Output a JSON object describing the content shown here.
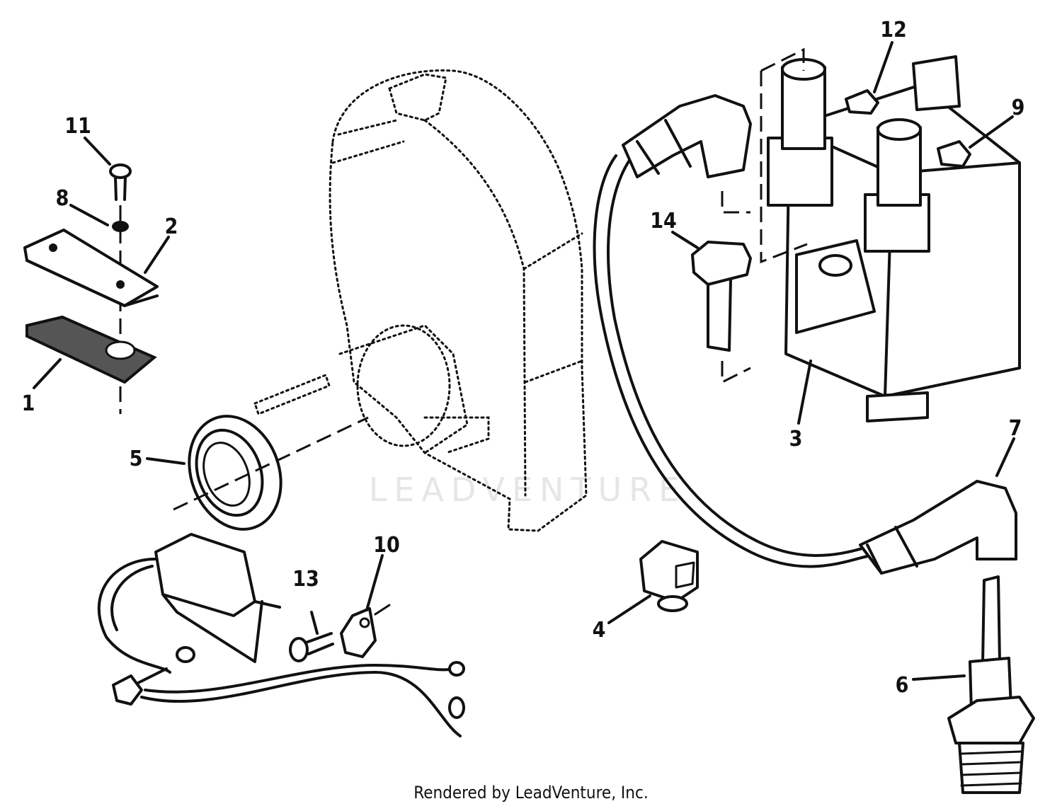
{
  "watermark": "LEADVENTURE",
  "footer": "Rendered by LeadVenture, Inc.",
  "callouts": {
    "c1": "1",
    "c2": "2",
    "c3": "3",
    "c4": "4",
    "c5": "5",
    "c6": "6",
    "c7": "7",
    "c8": "8",
    "c9": "9",
    "c10": "10",
    "c11": "11",
    "c12": "12",
    "c13": "13",
    "c14": "14"
  }
}
